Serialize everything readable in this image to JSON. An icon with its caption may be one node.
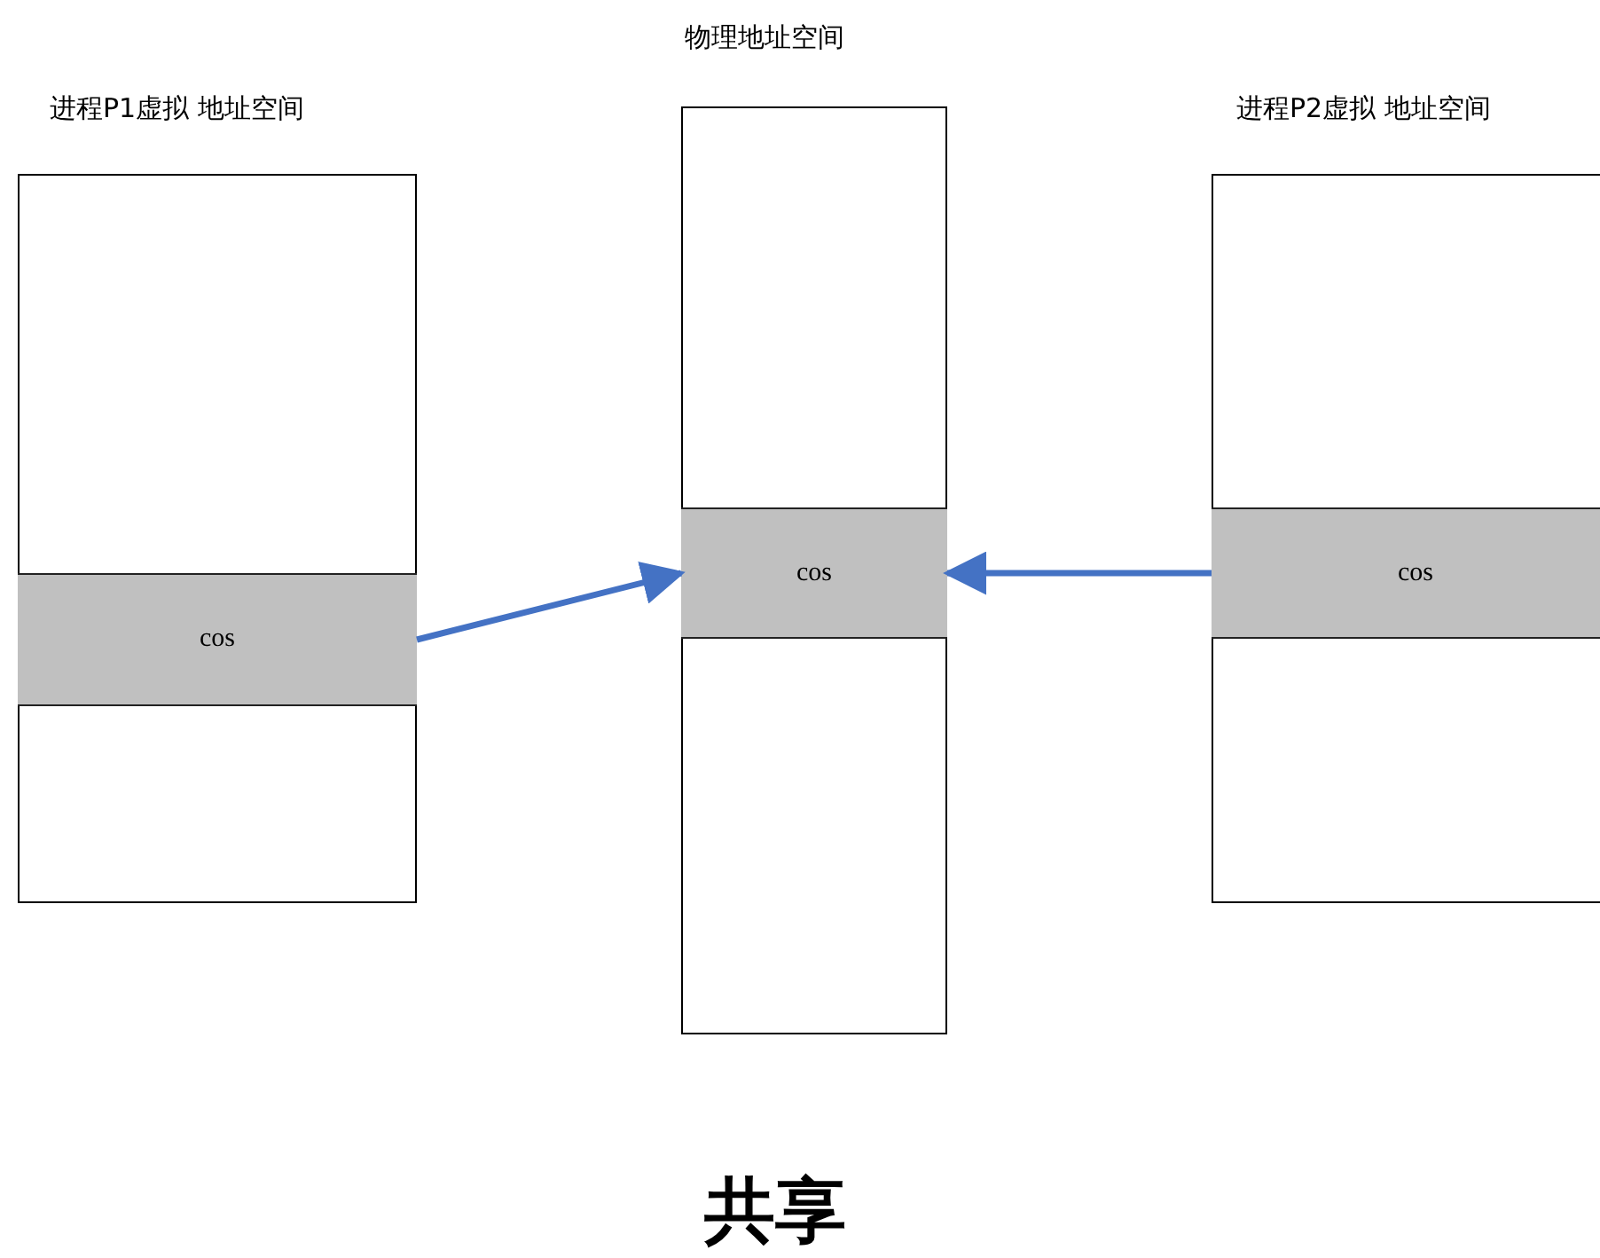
{
  "diagram": {
    "caption": "共享",
    "nodes": [
      {
        "text": [
          "进程P1虚拟 地址空间"
        ]
      },
      {
        "text": [
          "cos"
        ],
        "in": 0
      },
      {
        "text": [
          "物理地址空间"
        ]
      },
      {
        "text": [
          "cos"
        ],
        "in": 2
      },
      {
        "text": [
          "进程P2虚拟 地址空间"
        ]
      },
      {
        "text": [
          "cos"
        ],
        "in": 4
      }
    ],
    "edges": [
      {
        "from": 1,
        "to": 3,
        "arrow": "to"
      },
      {
        "from": 5,
        "to": 3,
        "arrow": "to"
      }
    ]
  }
}
